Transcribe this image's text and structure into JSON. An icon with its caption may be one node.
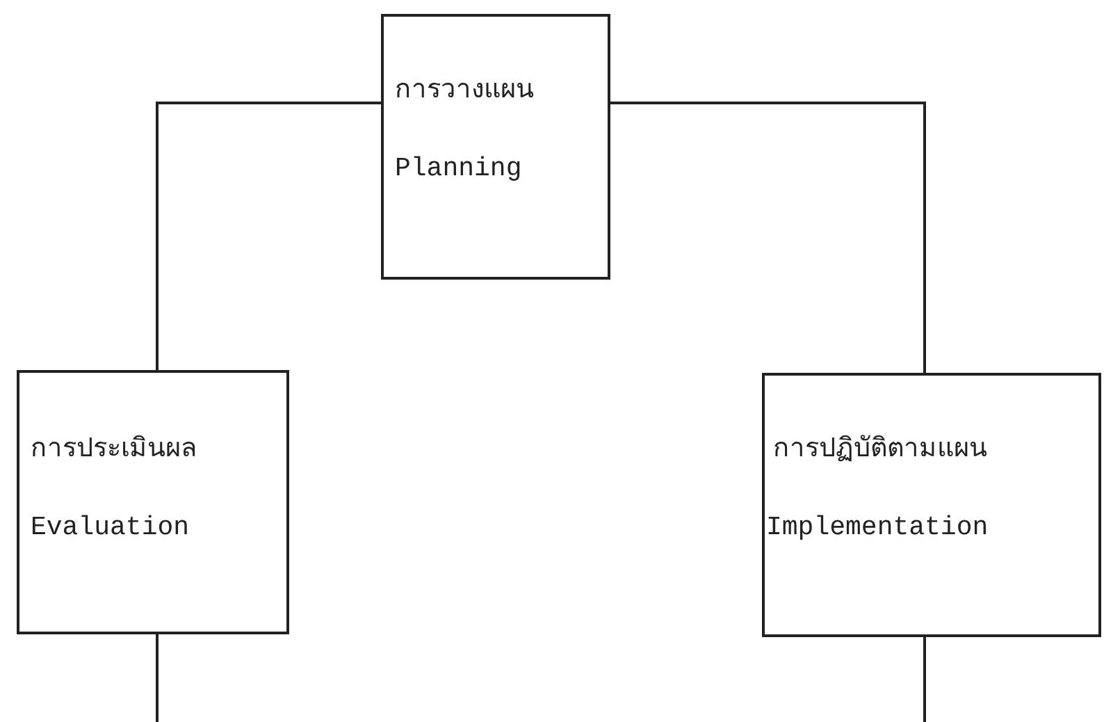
{
  "diagram": {
    "nodes": [
      {
        "text": [
          "การวางแผน",
          "Planning"
        ]
      },
      {
        "text": [
          "การประเมินผล",
          "Evaluation"
        ]
      },
      {
        "text": [
          "การปฏิบัติตามแผน",
          "Implementation"
        ]
      }
    ],
    "edges": [
      {
        "from": 0,
        "to": 1,
        "arrow": "none"
      },
      {
        "from": 0,
        "to": 2,
        "arrow": "none"
      },
      {
        "from": 1,
        "to": null,
        "arrow": "none"
      },
      {
        "from": 2,
        "to": null,
        "arrow": "none"
      }
    ]
  }
}
